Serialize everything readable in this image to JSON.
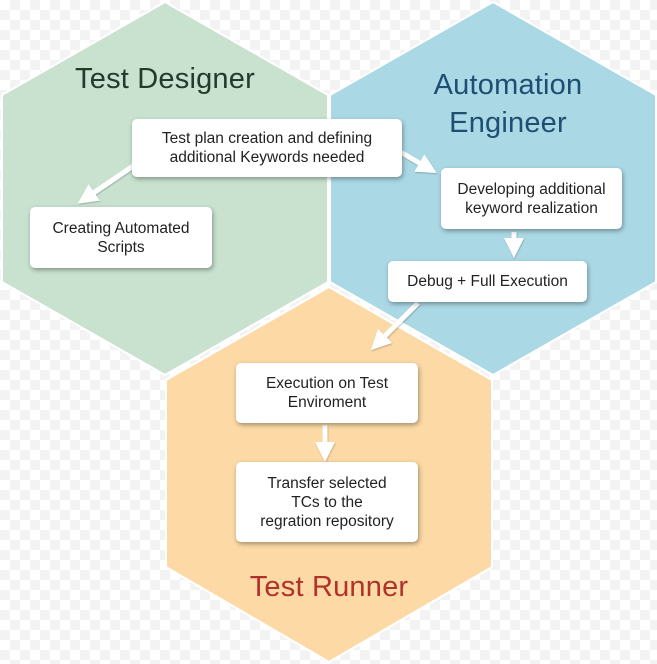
{
  "roles": {
    "designer": {
      "title": "Test Designer",
      "fill": "#c8e2cf",
      "title_color": "#233b2c"
    },
    "engineer": {
      "title_line1": "Automation",
      "title_line2": "Engineer",
      "fill": "#aad8e4",
      "title_color": "#1f4e73"
    },
    "runner": {
      "title": "Test Runner",
      "fill": "#fcd9a5",
      "title_color": "#b0322a"
    }
  },
  "steps": {
    "plan": {
      "line1": "Test plan creation and defining",
      "line2": "additional Keywords needed"
    },
    "scripts": {
      "line1": "Creating Automated",
      "line2": "Scripts"
    },
    "keyword": {
      "line1": "Developing additional",
      "line2": "keyword realization"
    },
    "debug": {
      "line1": "Debug + Full Execution"
    },
    "execution": {
      "line1": "Execution on Test",
      "line2": "Enviroment"
    },
    "transfer": {
      "line1": "Transfer selected",
      "line2": "TCs to the",
      "line3": "regration repository"
    }
  },
  "colors": {
    "arrow": "#ffffff",
    "box_bg": "#ffffff",
    "text": "#222222"
  }
}
